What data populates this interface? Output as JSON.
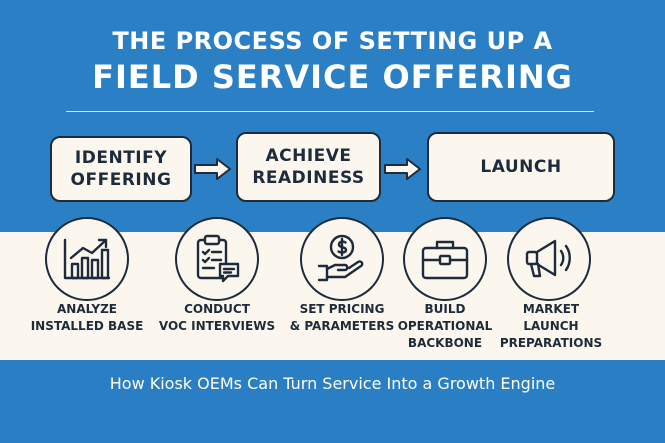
{
  "title": {
    "line1": "THE PROCESS OF SETTING UP A",
    "line2": "FIELD SERVICE OFFERING"
  },
  "steps": [
    {
      "line1": "IDENTIFY",
      "line2": "OFFERING"
    },
    {
      "line1": "ACHIEVE",
      "line2": "READINESS"
    },
    {
      "line1": "LAUNCH"
    }
  ],
  "activities": [
    {
      "icon": "growth-chart-icon",
      "line1": "ANALYZE",
      "line2": "INSTALLED BASE"
    },
    {
      "icon": "clipboard-chat-icon",
      "line1": "CONDUCT",
      "line2": "VOC INTERVIEWS"
    },
    {
      "icon": "hand-coin-icon",
      "line1": "SET PRICING",
      "line2": "& PARAMETERS"
    },
    {
      "icon": "briefcase-icon",
      "line1": "BUILD",
      "line2": "OPERATIONAL",
      "line3": "BACKBONE"
    },
    {
      "icon": "megaphone-icon",
      "line1": "MARKET",
      "line2": "LAUNCH",
      "line3": "PREPARATIONS"
    }
  ],
  "subtitle": "How Kiosk OEMs Can Turn Service Into a Growth Engine",
  "colors": {
    "blue": "#2b80c5",
    "cream": "#fbf7ee",
    "navy": "#1d2b3a",
    "white": "#ffffff"
  }
}
